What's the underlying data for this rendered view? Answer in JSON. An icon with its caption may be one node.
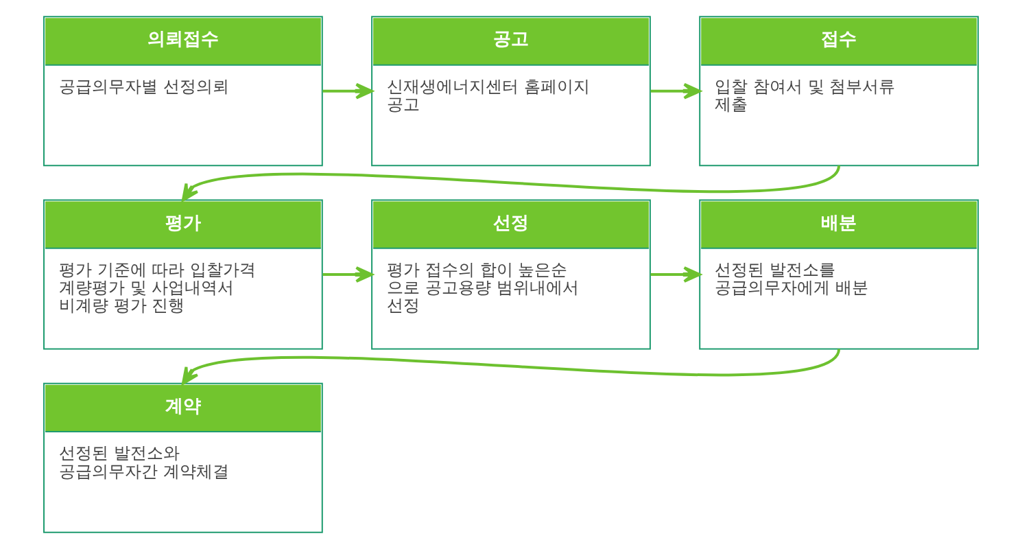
{
  "diagram": {
    "nodes": [
      {
        "text": [
          "의뢰접수",
          "공급의무자별 선정의뢰"
        ]
      },
      {
        "text": [
          "공고",
          "신재생에너지센터 홈페이지 공고"
        ]
      },
      {
        "text": [
          "접수",
          "입찰 참여서 및 첨부서류 제출"
        ]
      },
      {
        "text": [
          "평가",
          "평가 기준에 따라 입찰가격 계량평가 및 사업내역서 비계량 평가 진행"
        ]
      },
      {
        "text": [
          "선정",
          "평가 접수의 합이 높은순 으로 공고용량 범위내에서 선정"
        ]
      },
      {
        "text": [
          "배분",
          "선정된 발전소를 공급의무자에게 배분"
        ]
      },
      {
        "text": [
          "계약",
          "선정된 발전소와 공급의무자간 계약체결"
        ]
      }
    ],
    "edges": [
      {
        "from": 0,
        "to": 1,
        "arrow": "to"
      },
      {
        "from": 1,
        "to": 2,
        "arrow": "to"
      },
      {
        "from": 2,
        "to": 3,
        "arrow": "to"
      },
      {
        "from": 3,
        "to": 4,
        "arrow": "to"
      },
      {
        "from": 4,
        "to": 5,
        "arrow": "to"
      },
      {
        "from": 5,
        "to": 6,
        "arrow": "to"
      }
    ]
  }
}
